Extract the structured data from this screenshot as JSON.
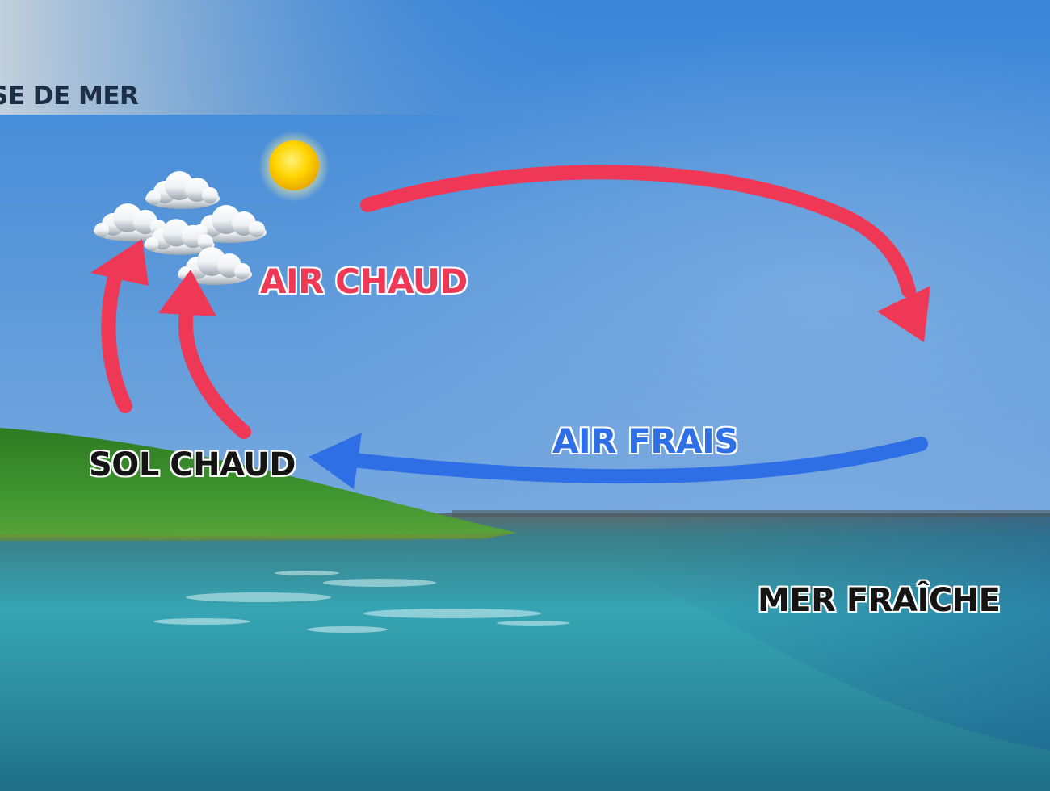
{
  "title": "SE DE MER",
  "labels": {
    "air_chaud": "AIR CHAUD",
    "air_frais": "AIR FRAIS",
    "sol_chaud": "SOL CHAUD",
    "mer_fraiche": "MER FRAÎCHE"
  },
  "colors": {
    "sky_top": "#3d86d8",
    "sky_bottom": "#6ea3dd",
    "warm_air": "#ee3856",
    "cool_air": "#2f6fe6",
    "land": "#3d8a2a",
    "sea": "#2e8e9c",
    "sun": "#ffd400"
  },
  "icons": [
    "sun-icon",
    "cloud-icon"
  ]
}
